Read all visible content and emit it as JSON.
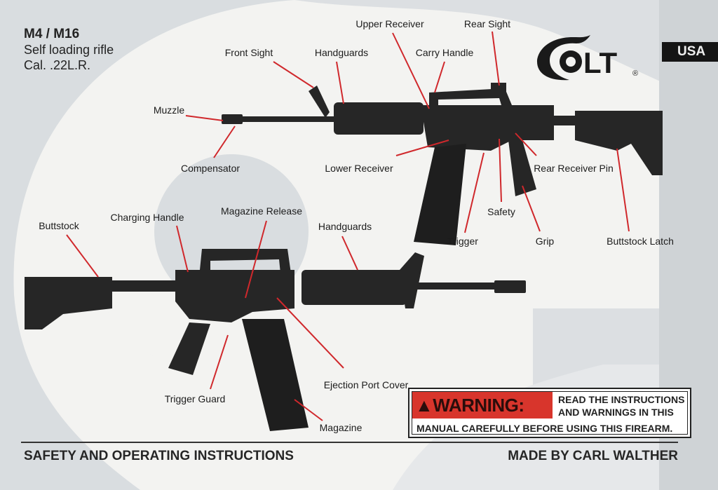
{
  "header": {
    "model": "M4 / M16",
    "type": "Self loading rifle",
    "caliber": "Cal. .22L.R."
  },
  "brand": {
    "logo_text": "COLT",
    "registered": "®",
    "country": "USA"
  },
  "top_rifle_labels": {
    "front_sight": "Front Sight",
    "handguards": "Handguards",
    "upper_receiver": "Upper Receiver",
    "rear_sight": "Rear Sight",
    "carry_handle": "Carry Handle",
    "muzzle": "Muzzle",
    "compensator": "Compensator",
    "lower_receiver": "Lower Receiver",
    "rear_receiver_pin": "Rear Receiver Pin",
    "safety": "Safety",
    "trigger": "Trigger",
    "grip": "Grip",
    "buttstock_latch": "Buttstock Latch"
  },
  "bottom_rifle_labels": {
    "buttstock": "Buttstock",
    "charging_handle": "Charging Handle",
    "magazine_release": "Magazine Release",
    "handguards": "Handguards",
    "ejection_port_cover": "Ejection Port Cover",
    "trigger_guard": "Trigger Guard",
    "magazine": "Magazine"
  },
  "warning": {
    "label": "WARNING:",
    "line1": "READ THE  INSTRUCTIONS",
    "line2": "AND WARNINGS IN THIS",
    "line3": "MANUAL CAREFULLY BEFORE USING THIS FIREARM."
  },
  "footer": {
    "left": "SAFETY AND OPERATING INSTRUCTIONS",
    "right": "MADE BY CARL WALTHER"
  },
  "colors": {
    "leader": "#d0282c",
    "warning_red": "#d8352c",
    "watermark": "#d9dde0"
  }
}
